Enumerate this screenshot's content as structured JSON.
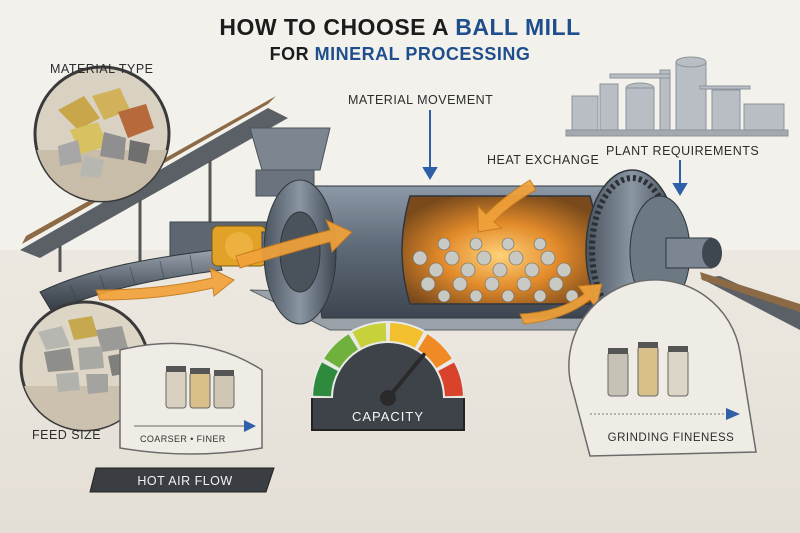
{
  "title": {
    "line1_prefix": "How to Choose a",
    "line1_highlight": "Ball Mill",
    "line2_prefix": "for",
    "line2_highlight": "Mineral Processing"
  },
  "labels": {
    "material_type": "MATERIAL TYPE",
    "material_movement": "MATERIAL MOVEMENT",
    "heat_exchange": "HEAT EXCHANGE",
    "plant_requirements": "PLANT REQUIREMENTS",
    "feed_size": "FEED SIZE",
    "capacity": "CAPACITY",
    "grinding_fineness": "GRINDING FINENESS",
    "hot_air_flow": "HOT AIR FLOW",
    "feed_scale": "COARSER • FINER"
  },
  "colors": {
    "title_highlight": "#1f4e8c",
    "arrow": "#f2a23a",
    "label_arrow": "#2f5fa8",
    "mill_shell": "#6f7c8a",
    "ore_glow": "#e28a2a"
  },
  "gauge": {
    "level": 0.72,
    "segments": [
      "#2e8b3d",
      "#6fb13c",
      "#c7d13a",
      "#f2c02c",
      "#f08a25",
      "#d9432b"
    ]
  }
}
